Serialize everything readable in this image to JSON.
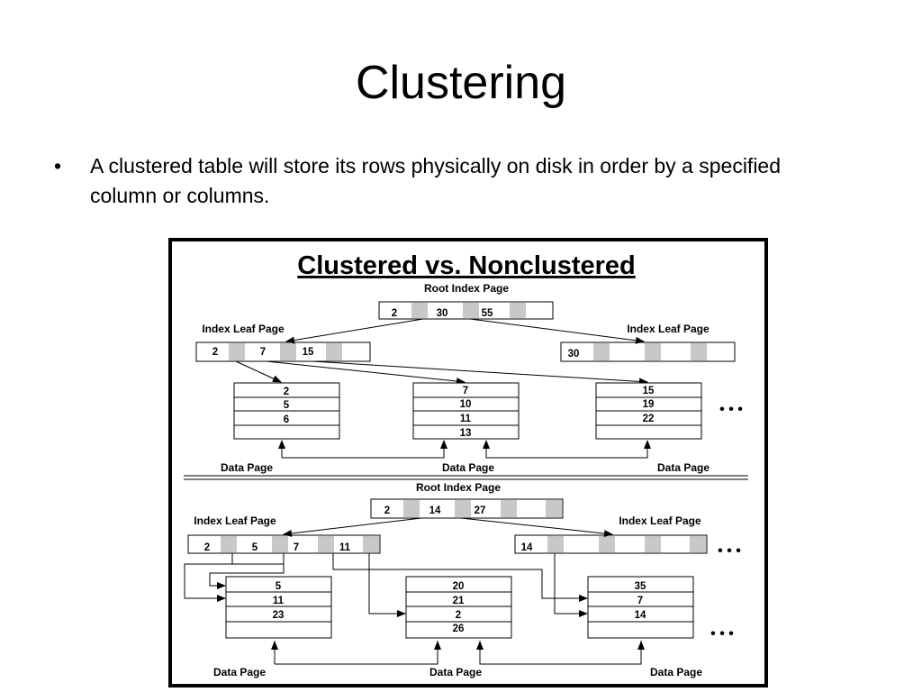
{
  "slide": {
    "title": "Clustering",
    "bullets": [
      {
        "marker": "•",
        "text": "A clustered table will store its rows physically on disk in order by a specified column or columns."
      }
    ]
  },
  "diagram": {
    "title": "Clustered vs. Nonclustered",
    "clustered": {
      "root_label": "Root Index Page",
      "root_keys": [
        "2",
        "30",
        "55"
      ],
      "leaf_label_left": "Index Leaf Page",
      "leaf_label_right": "Index Leaf Page",
      "leaf_left_keys": [
        "2",
        "7",
        "15"
      ],
      "leaf_right_keys": [
        "30"
      ],
      "data_pages": [
        [
          "2",
          "5",
          "6"
        ],
        [
          "7",
          "10",
          "11",
          "13"
        ],
        [
          "15",
          "19",
          "22"
        ]
      ],
      "data_page_label": "Data Page",
      "ellipsis": "• • •"
    },
    "nonclustered": {
      "root_label": "Root Index Page",
      "root_keys": [
        "2",
        "14",
        "27"
      ],
      "leaf_label_left": "Index Leaf Page",
      "leaf_label_right": "Index Leaf Page",
      "leaf_left_keys": [
        "2",
        "5",
        "7",
        "11"
      ],
      "leaf_right_keys": [
        "14"
      ],
      "data_pages": [
        [
          "5",
          "11",
          "23"
        ],
        [
          "20",
          "21",
          "2",
          "26"
        ],
        [
          "35",
          "7",
          "14"
        ]
      ],
      "data_page_label": "Data Page",
      "ellipsis": "• • •"
    }
  }
}
